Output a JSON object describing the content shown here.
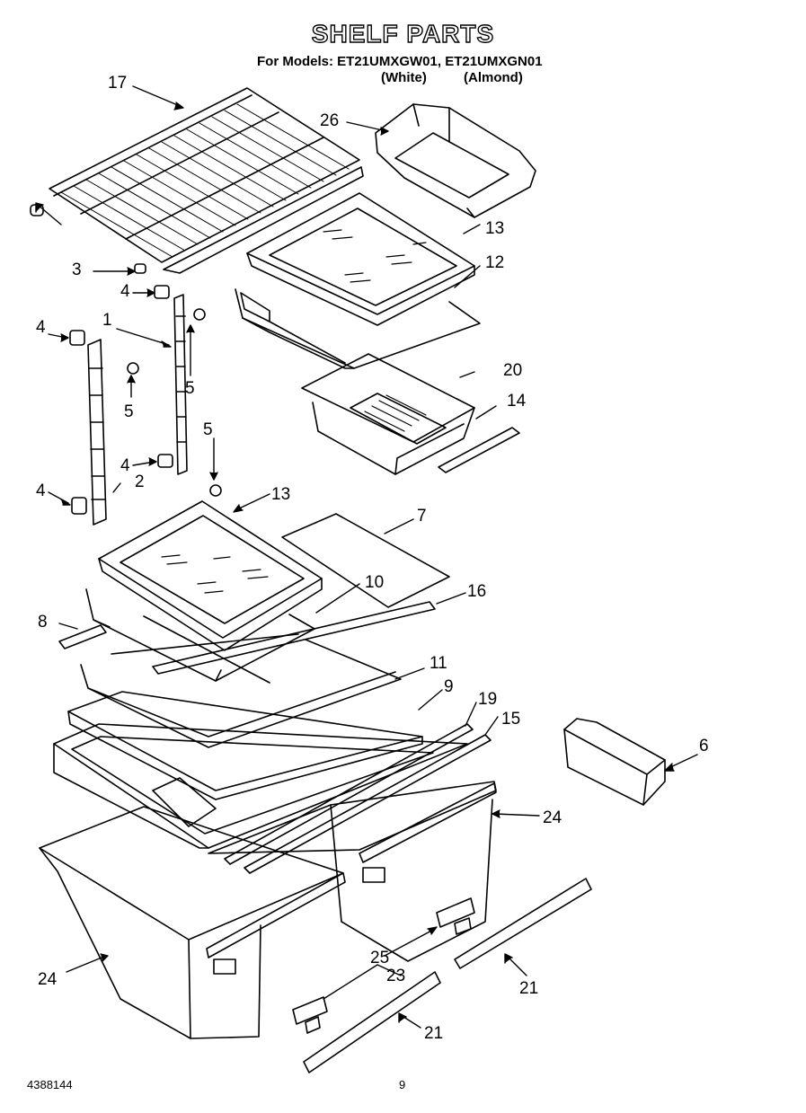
{
  "header": {
    "title": "SHELF PARTS",
    "models_line": "For Models: ET21UMXGW01, ET21UMXGN01",
    "variant_white": "(White)",
    "variant_almond": "(Almond)"
  },
  "callouts": [
    "17",
    "26",
    "3",
    "13",
    "12",
    "4",
    "1",
    "4",
    "5",
    "5",
    "20",
    "14",
    "5",
    "4",
    "2",
    "4",
    "13",
    "7",
    "10",
    "16",
    "8",
    "11",
    "9",
    "19",
    "15",
    "6",
    "24",
    "24",
    "25",
    "23",
    "21",
    "21"
  ],
  "footer": {
    "doc_number": "4388144",
    "page_number": "9"
  }
}
